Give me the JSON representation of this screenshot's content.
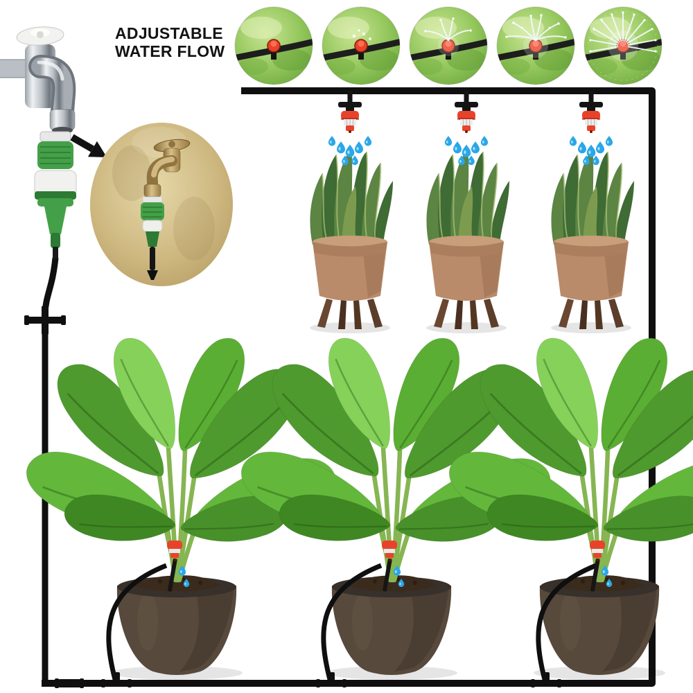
{
  "title": {
    "line1": "ADJUSTABLE",
    "line2": "WATER FLOW"
  },
  "colors": {
    "tube": "#0f0f0f",
    "red": "#e8432a",
    "red_dark": "#a92310",
    "green": "#44a048",
    "green_dark": "#2c7a33",
    "drop": "#2aa7e8",
    "chrome_light": "#eef1f3",
    "chrome_dark": "#70777e",
    "brass": "#b99a5d",
    "inset_bg": "#cdb77f",
    "stage_bg": "#8fc457",
    "leaf_light": "#85d159",
    "leaf_mid": "#63b83c",
    "leaf_dark": "#4f9a2e",
    "leaf_deep": "#3f8723",
    "snake_dark": "#3f6b34",
    "snake_mid": "#5c8443",
    "snake_light": "#a9c177",
    "pot_tan": "#b98b6a",
    "pot_dark": "#57493c",
    "leg_brown": "#6a4730",
    "soil": "#3a2b1d",
    "white": "#ffffff"
  },
  "flow_stages": [
    {
      "name": "stage-1-closed",
      "spray_level": 0
    },
    {
      "name": "stage-2-drip",
      "spray_level": 1
    },
    {
      "name": "stage-3-low-spray",
      "spray_level": 2
    },
    {
      "name": "stage-4-medium-spray",
      "spray_level": 3
    },
    {
      "name": "stage-5-full-spray",
      "spray_level": 4
    }
  ],
  "scene": {
    "source": "chrome-tap-with-quick-connector",
    "inset_detail": "tap-connector-closeup",
    "misted_plants_count": 3,
    "drip_plants_count": 3
  }
}
